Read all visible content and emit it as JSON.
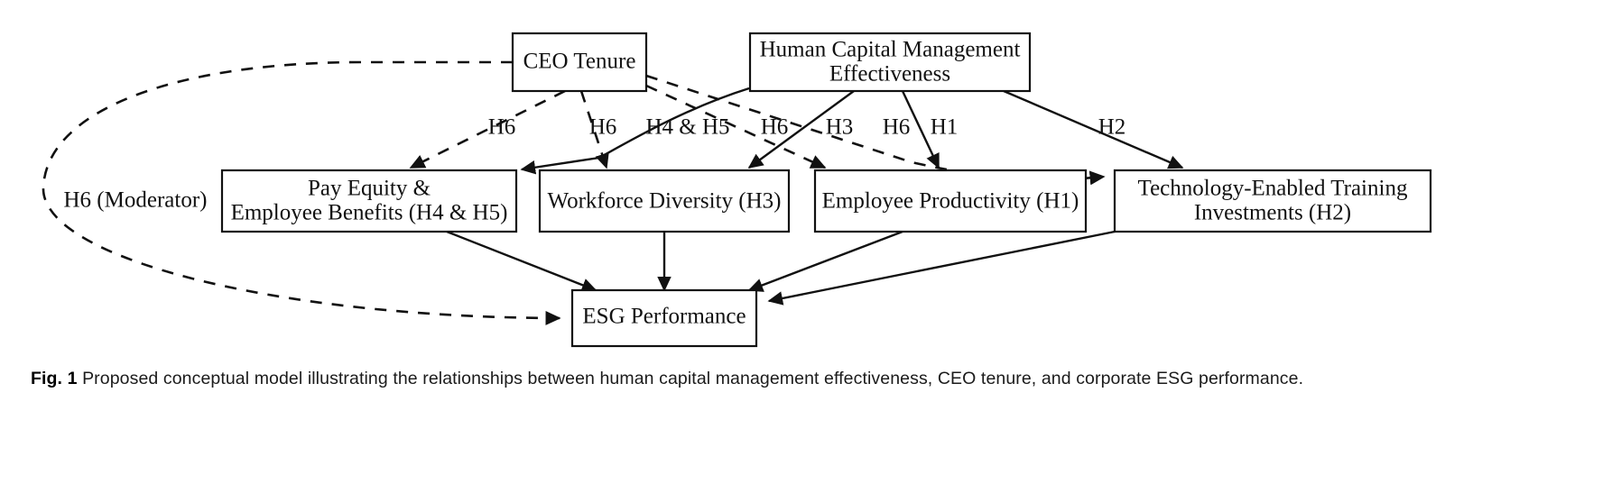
{
  "figure": {
    "caption_tag": "Fig. 1",
    "caption_text": "Proposed conceptual model illustrating the relationships between human capital management effectiveness, CEO tenure, and corporate ESG performance."
  },
  "diagram": {
    "type": "conceptual-path-model",
    "line_color": "#111111",
    "box_fill": "#ffffff",
    "nodes": [
      {
        "id": "ceo_tenure",
        "label_line1": "CEO Tenure",
        "label_line2": ""
      },
      {
        "id": "hcm_effectiveness",
        "label_line1": "Human Capital Management",
        "label_line2": "Effectiveness"
      },
      {
        "id": "pay_equity",
        "label_line1": "Pay Equity &",
        "label_line2": "Employee Benefits (H4 & H5)"
      },
      {
        "id": "workforce_diversity",
        "label_line1": "Workforce Diversity (H3)",
        "label_line2": ""
      },
      {
        "id": "employee_productivity",
        "label_line1": "Employee Productivity (H1)",
        "label_line2": ""
      },
      {
        "id": "technology_training",
        "label_line1": "Technology-Enabled Training",
        "label_line2": "Investments (H2)"
      },
      {
        "id": "esg_performance",
        "label_line1": "ESG Performance",
        "label_line2": ""
      }
    ],
    "moderator_note": "H6 (Moderator)",
    "edge_labels": [
      {
        "id": "label-h6-a",
        "text": "H6"
      },
      {
        "id": "label-h6-b",
        "text": "H6"
      },
      {
        "id": "label-h4-h5",
        "text": "H4 & H5"
      },
      {
        "id": "label-h6-c",
        "text": "H6"
      },
      {
        "id": "label-h3",
        "text": "H3"
      },
      {
        "id": "label-h6-d",
        "text": "H6"
      },
      {
        "id": "label-h1",
        "text": "H1"
      },
      {
        "id": "label-h2",
        "text": "H2"
      }
    ]
  }
}
